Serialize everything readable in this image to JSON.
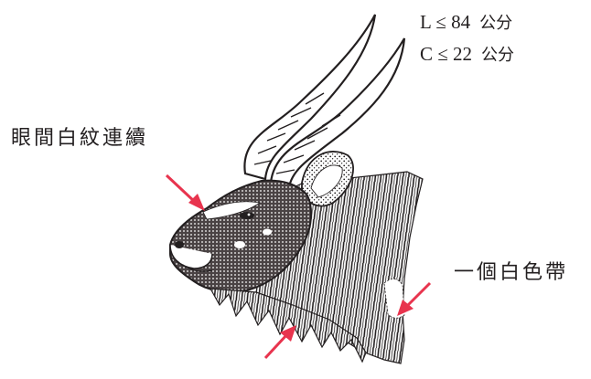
{
  "measurements": {
    "length_label": "L ≤ 84",
    "circumference_label": "C ≤ 22",
    "unit": "公分"
  },
  "annotations": {
    "eye_stripe": "眼間白紋連續",
    "white_band": "一個白色帶"
  },
  "colors": {
    "arrow": "#e8344e",
    "ink": "#231f20"
  }
}
